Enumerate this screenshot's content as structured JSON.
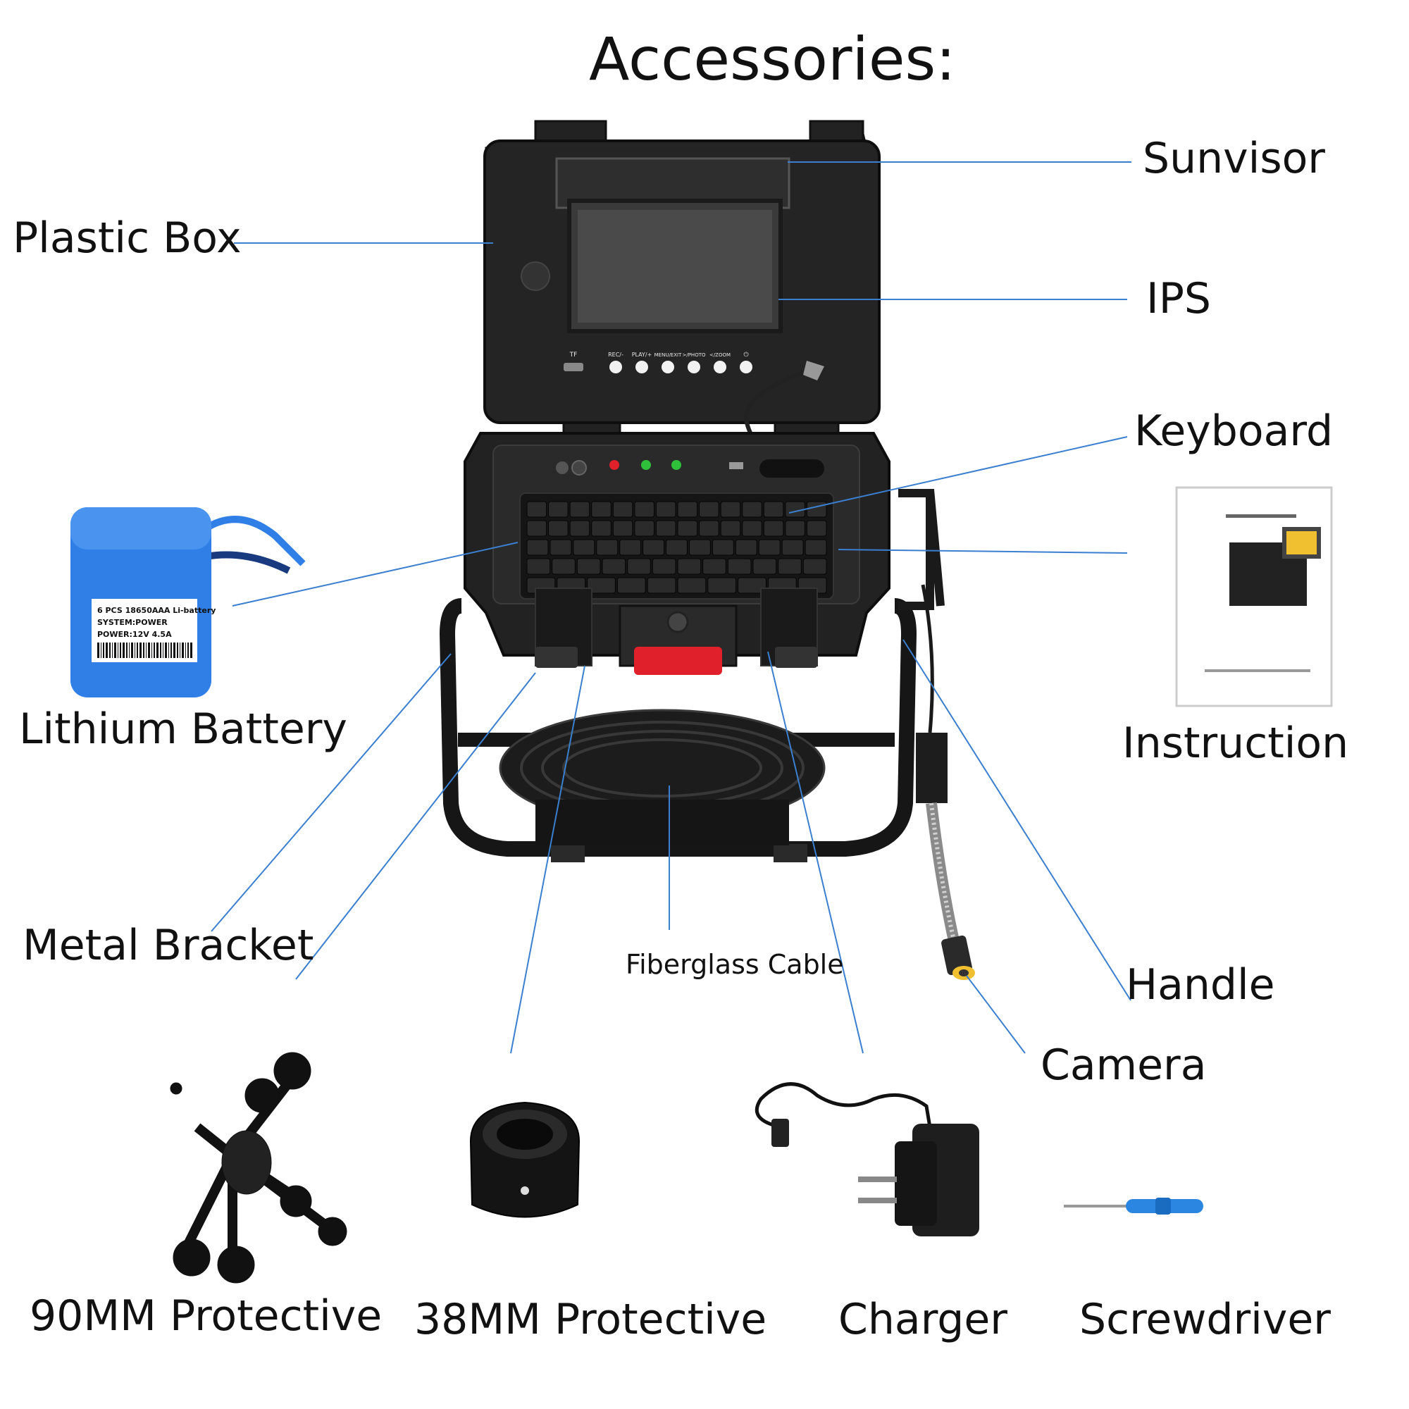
{
  "title": "Accessories:",
  "labels": {
    "sunvisor": "Sunvisor",
    "plastic_box": "Plastic Box",
    "ips": "IPS",
    "keyboard": "Keyboard",
    "lithium_battery": "Lithium Battery",
    "instruction": "Instruction",
    "metal_bracket": "Metal Bracket",
    "fiberglass_cable": "Fiberglass Cable",
    "handle": "Handle",
    "camera": "Camera",
    "protective_90": "90MM Protective",
    "protective_38": "38MM Protective",
    "charger": "Charger",
    "screwdriver": "Screwdriver"
  },
  "battery_label": {
    "line1": "6 PCS 18650AAA Li-battery",
    "line2": "SYSTEM:POWER",
    "line3": "POWER:12V 4.5A"
  },
  "monitor_buttons": {
    "tf": "TF",
    "rec": "REC/-",
    "play": "PLAY/+",
    "menu": "MENU/EXIT",
    "photo": ">/PHOTO",
    "zoom": "</ZOOM",
    "power": "⏻"
  },
  "colors": {
    "leader_line": "#3a7fd0",
    "case_dark": "#1f1f1f",
    "latch_red": "#e0202a",
    "battery_blue": "#2f7fe6",
    "screwdriver_blue": "#2a86e0"
  }
}
